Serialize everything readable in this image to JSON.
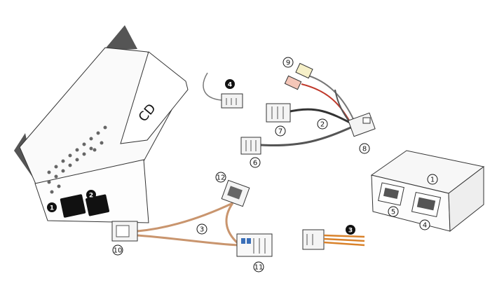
{
  "cd_unit": {
    "label": "CD"
  },
  "callouts": {
    "black": [
      "1",
      "2",
      "3",
      "4"
    ],
    "circled": [
      "1",
      "2",
      "3",
      "4",
      "5",
      "6",
      "7",
      "8",
      "9",
      "10",
      "11",
      "12"
    ]
  },
  "colors": {
    "outline": "#333333",
    "cable_copper": "#c9956e",
    "cable_orange": "#d9822b",
    "cable_gray": "#555555",
    "cable_red": "#c0392b"
  }
}
